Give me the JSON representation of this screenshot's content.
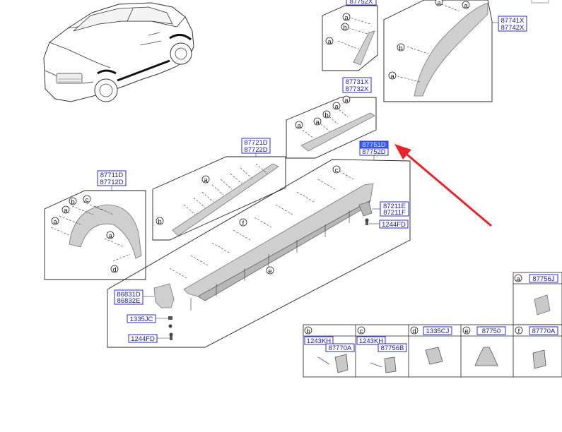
{
  "callouts": {
    "top_partial": "87752X",
    "upper_right_1": "87741X",
    "upper_right_2": "87742X",
    "upper_mid_1": "87731X",
    "upper_mid_2": "87732X",
    "highlighted_1": "87751D",
    "highlighted_2": "87752D",
    "mid_1": "87721D",
    "mid_2": "87722D",
    "left_1": "87711D",
    "left_2": "87712D",
    "right_1": "87211E",
    "right_2": "87211F",
    "bolt_right": "1244FD",
    "mudguard_1": "86831D",
    "mudguard_2": "86832E",
    "screw_1": "1335JC",
    "bolt_left": "1244FD"
  },
  "letters": {
    "a": "a",
    "b": "b",
    "c": "c",
    "d": "d",
    "e": "e",
    "f": "f"
  },
  "legend": [
    {
      "letter": "a",
      "codes": [
        "87756J"
      ]
    },
    {
      "letter": "b",
      "codes": [
        "1243KH",
        "87770A"
      ]
    },
    {
      "letter": "c",
      "codes": [
        "1243KH",
        "87756B"
      ]
    },
    {
      "letter": "d",
      "codes": [
        "1335CJ"
      ]
    },
    {
      "letter": "e",
      "codes": [
        "87750"
      ]
    },
    {
      "letter": "f",
      "codes": [
        "87770A"
      ]
    }
  ],
  "colors": {
    "callout_text": "#1a1a8c",
    "callout_border": "#2b2bd0",
    "highlight": "#3b5bff",
    "arrow": "#e8232a"
  },
  "icons": {
    "arrow": "red-pointer-arrow",
    "car": "suv-outline"
  }
}
